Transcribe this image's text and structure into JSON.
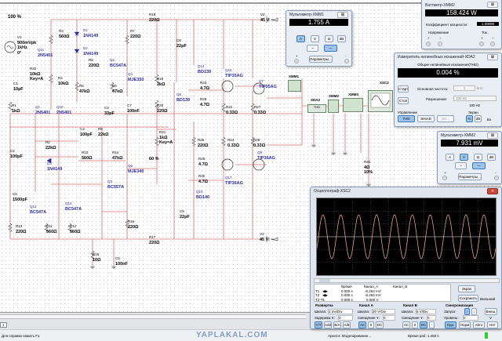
{
  "zoom_level": "100 %",
  "source": {
    "ref": "V1",
    "value": [
      "900mVpk",
      "1kHz",
      "0°"
    ]
  },
  "components": [
    {
      "ref": "R3",
      "value": [
        "560Ω"
      ],
      "kind": "r"
    },
    {
      "ref": "D1",
      "value": [
        "1N4149"
      ],
      "kind": "s"
    },
    {
      "ref": "D2",
      "value": [
        "1N4149"
      ],
      "kind": "s"
    },
    {
      "ref": "Q11",
      "value": [
        "2N5401"
      ],
      "kind": "s"
    },
    {
      "ref": "R32",
      "value": [
        "10kΩ",
        "Key=A"
      ],
      "kind": "r"
    },
    {
      "ref": "R4",
      "value": [
        "10kΩ"
      ],
      "kind": "r"
    },
    {
      "ref": "R8",
      "value": [
        "220Ω"
      ],
      "kind": "r"
    },
    {
      "ref": "Q2",
      "value": [
        "BC547A"
      ],
      "kind": "s"
    },
    {
      "ref": "R7",
      "value": [
        "220Ω"
      ],
      "kind": "r"
    },
    {
      "ref": "R18",
      "value": [
        "220Ω"
      ],
      "kind": "r"
    },
    {
      "ref": "R5",
      "value": [
        "47kΩ"
      ],
      "kind": "r"
    },
    {
      "ref": "R6",
      "value": [
        "47kΩ"
      ],
      "kind": "r"
    },
    {
      "ref": "Q4",
      "value": [
        "MJE350"
      ],
      "kind": "s"
    },
    {
      "ref": "C1",
      "value": [
        "10µF"
      ],
      "kind": "r"
    },
    {
      "ref": "R1",
      "value": [
        "1kΩ"
      ],
      "kind": "r"
    },
    {
      "ref": "Q1",
      "value": [
        "2N5401"
      ],
      "kind": "s"
    },
    {
      "ref": "Q10",
      "value": [
        "2N5401"
      ],
      "kind": "s"
    },
    {
      "ref": "C3",
      "value": [
        "33pF"
      ],
      "kind": "r"
    },
    {
      "ref": "C7",
      "value": [
        "100nF"
      ],
      "kind": "r"
    },
    {
      "ref": "R19",
      "value": [
        "2kΩ"
      ],
      "kind": "r"
    },
    {
      "ref": "R20",
      "value": [
        "220Ω"
      ],
      "kind": "r"
    },
    {
      "ref": "C8",
      "value": [
        "22pF"
      ],
      "kind": "r"
    },
    {
      "ref": "Q14",
      "value": [
        "BD139"
      ],
      "kind": "s"
    },
    {
      "ref": "Q6",
      "value": [
        "BD139"
      ],
      "kind": "s"
    },
    {
      "ref": "Q16",
      "value": [
        "TIP35AG"
      ],
      "kind": "s"
    },
    {
      "ref": "Q7",
      "value": [
        "TIP35AG"
      ],
      "kind": "s"
    },
    {
      "ref": "R23",
      "value": [
        "4.7Ω"
      ],
      "kind": "r"
    },
    {
      "ref": "R29",
      "value": [
        "4.7Ω"
      ],
      "kind": "r"
    },
    {
      "ref": "R22",
      "value": [
        "0.33Ω"
      ],
      "kind": "r"
    },
    {
      "ref": "R27",
      "value": [
        "0.33Ω"
      ],
      "kind": "r"
    },
    {
      "ref": "V2",
      "value": [
        "45 V"
      ],
      "kind": "r"
    },
    {
      "ref": "R9",
      "value": [
        "22kΩ"
      ],
      "kind": "r"
    },
    {
      "ref": "C4",
      "value": [
        "100pF"
      ],
      "kind": "r"
    },
    {
      "ref": "R2",
      "value": [
        "22kΩ"
      ],
      "kind": "r"
    },
    {
      "ref": "C2",
      "value": [
        "100pF"
      ],
      "kind": "r"
    },
    {
      "ref": "D3",
      "value": [
        "1N4149"
      ],
      "kind": "s"
    },
    {
      "ref": "R10",
      "value": [
        "560Ω"
      ],
      "kind": "r"
    },
    {
      "ref": "R14",
      "value": [
        "47kΩ"
      ],
      "kind": "r"
    },
    {
      "ref": "R21",
      "value": [
        "1kΩ",
        "Key=A"
      ],
      "kind": "r"
    },
    {
      "ref": "",
      "value": [
        "60 %"
      ],
      "kind": "r"
    },
    {
      "ref": "Q5",
      "value": [
        "MJE340"
      ],
      "kind": "s"
    },
    {
      "ref": "Q3",
      "value": [
        "BC557A"
      ],
      "kind": "s"
    },
    {
      "ref": "C6",
      "value": [
        "1500pF"
      ],
      "kind": "r"
    },
    {
      "ref": "Q12",
      "value": [
        "BC547A"
      ],
      "kind": "s"
    },
    {
      "ref": "Q13",
      "value": [
        "BC547A"
      ],
      "kind": "s"
    },
    {
      "ref": "R13",
      "value": [
        "220Ω"
      ],
      "kind": "r"
    },
    {
      "ref": "R11",
      "value": [
        "560Ω"
      ],
      "kind": "r"
    },
    {
      "ref": "R12",
      "value": [
        "560Ω"
      ],
      "kind": "r"
    },
    {
      "ref": "R15",
      "value": [
        "220Ω"
      ],
      "kind": "r"
    },
    {
      "ref": "R26",
      "value": [
        "220Ω"
      ],
      "kind": "r"
    },
    {
      "ref": "R24",
      "value": [
        "0.33Ω"
      ],
      "kind": "r"
    },
    {
      "ref": "R28",
      "value": [
        "0.33Ω"
      ],
      "kind": "r"
    },
    {
      "ref": "R25",
      "value": [
        "4.7Ω"
      ],
      "kind": "r"
    },
    {
      "ref": "R30",
      "value": [
        "4.7Ω"
      ],
      "kind": "r"
    },
    {
      "ref": "Q8",
      "value": [
        "TIP36AG"
      ],
      "kind": "s"
    },
    {
      "ref": "Q17",
      "value": [
        "TIP36AG"
      ],
      "kind": "s"
    },
    {
      "ref": "Q15",
      "value": [
        "BD140"
      ],
      "kind": "s"
    },
    {
      "ref": "C9",
      "value": [
        "22pF"
      ],
      "kind": "r"
    },
    {
      "ref": "R17",
      "value": [
        "220Ω"
      ],
      "kind": "r"
    },
    {
      "ref": "V3",
      "value": [
        "45 V"
      ],
      "kind": "r"
    },
    {
      "ref": "R16",
      "value": [
        "10Ω"
      ],
      "kind": "r"
    },
    {
      "ref": "C5",
      "value": [
        "100nF"
      ],
      "kind": "r"
    },
    {
      "ref": "R44",
      "value": [
        "4Ω",
        "10%"
      ],
      "kind": "r"
    }
  ],
  "instruments": {
    "xmm1": "XMM1",
    "xda2": "XDA2",
    "xmm2": "XMM2",
    "xmm3": "XMM3",
    "xsc2": "XSC2",
    "thd": "THD"
  },
  "multimeter1": {
    "title": "Мультиметр-XMM1",
    "reading": "1.755 A",
    "modes": [
      "A",
      "V",
      "Ω",
      "dB"
    ],
    "selected_mode": "A",
    "ac": "~",
    "dc": "—",
    "plus": "+",
    "minus": "-",
    "params": "Параметры..."
  },
  "wattmeter": {
    "title": "Ваттметр-XMM2",
    "reading": "158.424 W",
    "pf_label": "Коэффициент мощности:",
    "pf_value": "1.00000",
    "voltage": "Напряжение",
    "current": "Ток",
    "plus": "+",
    "minus": "−"
  },
  "distortion": {
    "title": "Измеритель нелинейных искажений-XDA2",
    "header": "Общие нелинейные искажения(THD)",
    "reading": "0.004 %",
    "start": "Старт",
    "stop": "Стоп",
    "freq_label": "Основная частота:",
    "freq_value": "1",
    "freq_unit": "kHz",
    "res_label": "Разрешение:",
    "res_value": "100 Hz",
    "res_value2": "100 Hz",
    "control_label": "Управление",
    "thd": "THD",
    "sinad": "SINAD",
    "set": "Уст...",
    "screen_label": "Экран",
    "pct": "%",
    "db": "dB",
    "input": "Вх"
  },
  "multimeter2": {
    "title": "Мультиметр-XMM2",
    "reading": "7.931 mV",
    "modes": [
      "A",
      "V",
      "Ω",
      "dB"
    ],
    "selected_mode": "V",
    "ac": "~",
    "dc": "—",
    "plus": "+",
    "minus": "-",
    "params": "Параметры..."
  },
  "oscilloscope": {
    "title": "Осциллограф-XSC2",
    "cursor_rows": [
      {
        "name": "T1",
        "time": "0.000 s",
        "a": "-6.263 mV",
        "b": ""
      },
      {
        "name": "T2",
        "time": "0.000 s",
        "a": "-6.263 mV",
        "b": ""
      },
      {
        "name": "T2-T1",
        "time": "0.000 s",
        "a": "0.000 V",
        "b": ""
      }
    ],
    "col_time": "Время",
    "col_a": "Канал_A",
    "col_b": "Канал_B",
    "screen_btn": "Экран",
    "save_btn": "Сохранить",
    "external": "Внешний",
    "timebase": {
      "label": "Развертка",
      "scale_label": "Шкала:",
      "scale": "1 ms/Div",
      "xpos_label": "Задержка X:",
      "xpos": "0",
      "modes": [
        "Y/T",
        "Add",
        "B/A",
        "A/B"
      ]
    },
    "channel_a": {
      "label": "Канал A",
      "scale_label": "Шкала:",
      "scale": "20 V/Div",
      "ypos_label": "Смещение Y:",
      "ypos": "0",
      "coupling": [
        "AC",
        "0",
        "DC"
      ]
    },
    "channel_b": {
      "label": "Канал B",
      "scale_label": "Шкала:",
      "scale": "5 V/Div",
      "ypos_label": "Смещение Y:",
      "ypos": "0",
      "coupling": [
        "AC",
        "0",
        "DC",
        "-"
      ]
    },
    "trigger": {
      "label": "Синхронизация",
      "edge_label": "Запуск:",
      "level_label": "Уровень:",
      "level": "0",
      "unit": "V",
      "ext": "Внеш.",
      "modes": [
        "Одн.",
        "Норм",
        "Авто",
        "Нет"
      ]
    }
  },
  "watermark": "YAPLAKAL.COM",
  "page_tab": "1",
  "status": {
    "help": "Для справки нажать F1",
    "sim": "Apex14: Моделирование...",
    "time": "Время раб: 1.450 s"
  }
}
